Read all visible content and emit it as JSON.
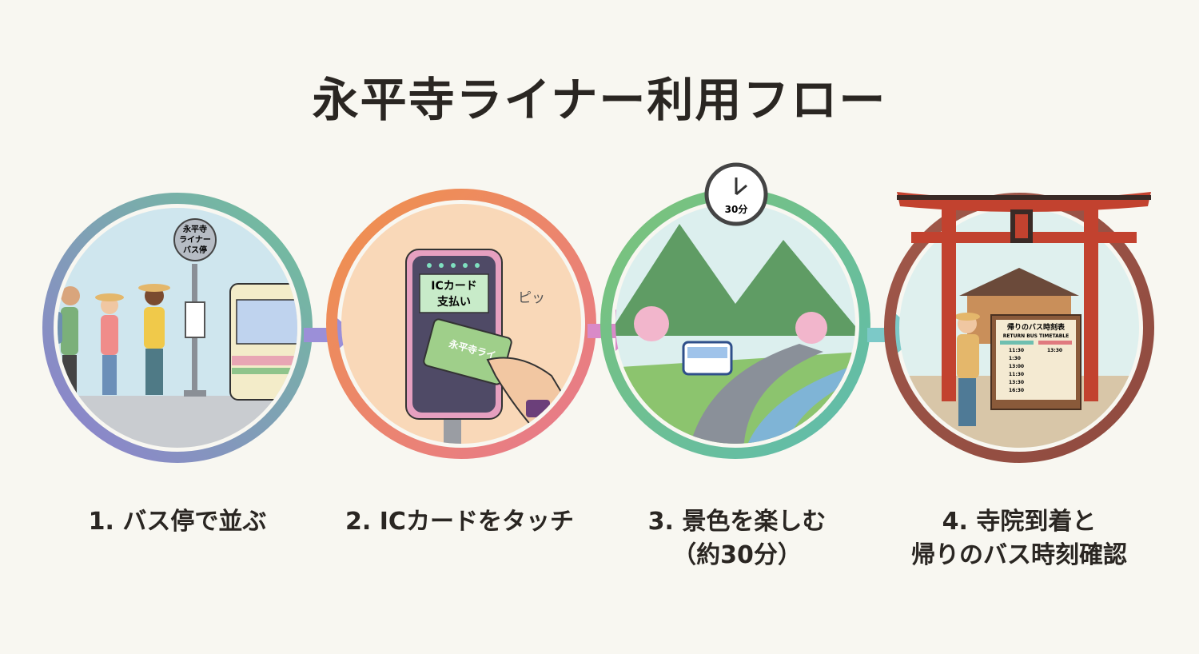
{
  "title": "永平寺ライナー利用フロー",
  "steps": [
    {
      "caption": "1. バス停で並ぶ",
      "sign_lines": [
        "永平寺",
        "ライナー",
        "バス停"
      ]
    },
    {
      "caption": "2. ICカードをタッチ",
      "screen_lines": [
        "ICカード",
        "支払い"
      ],
      "sound": "ピッ",
      "card_text": "永平寺ライ"
    },
    {
      "caption_line1": "3. 景色を楽しむ",
      "caption_line2": "（約30分）",
      "clock_label": "30分"
    },
    {
      "caption_line1": "4. 寺院到着と",
      "caption_line2": "帰りのバス時刻確認",
      "timetable": {
        "title": "帰りのバス時刻表",
        "subtitle": "RETURN BUS TIMETABLE",
        "left_times": [
          "11:30",
          "1:30",
          "13:00",
          "11:30",
          "13:30",
          "16:30"
        ],
        "right_times": [
          "13:30"
        ]
      }
    }
  ],
  "colors": {
    "ring1": [
      "#8f7fd0",
      "#6fc29a"
    ],
    "ring2": [
      "#f0924a",
      "#e7798f"
    ],
    "ring3": [
      "#7cc378",
      "#5fbcae"
    ],
    "ring4": [
      "#a0584a",
      "#8f4a3f"
    ],
    "torii": "#c2422f"
  }
}
